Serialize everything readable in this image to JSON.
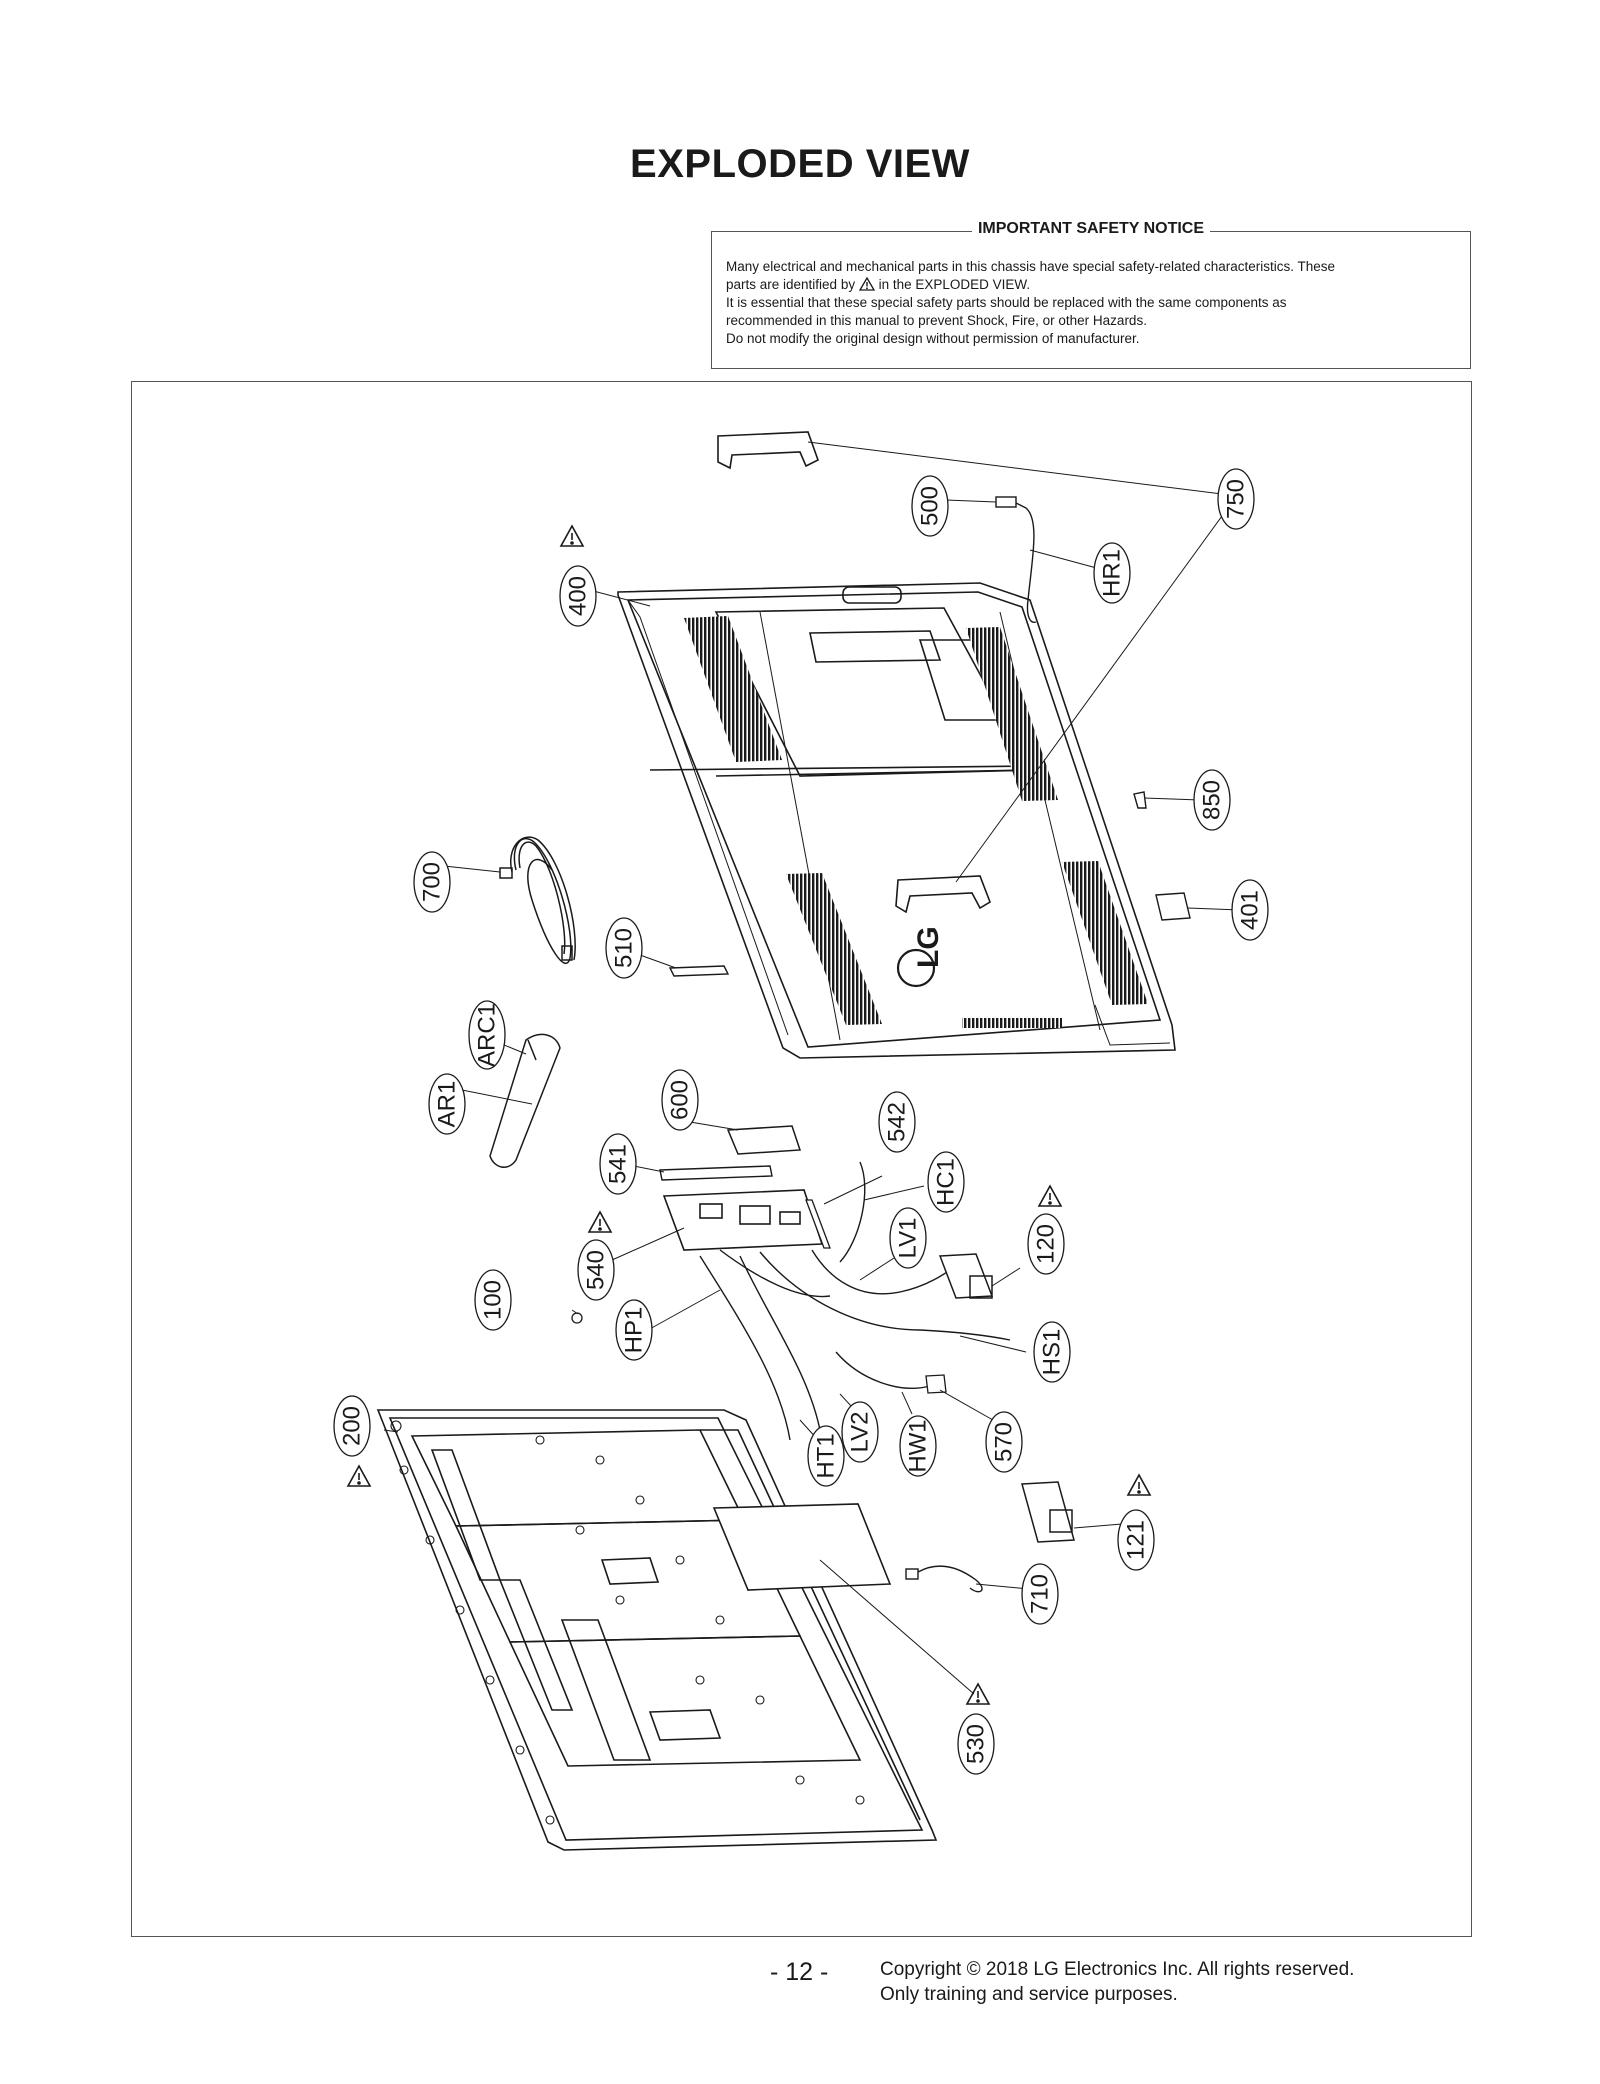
{
  "page": {
    "title": "EXPLODED VIEW",
    "page_number": "- 12 -",
    "copyright_line1": "Copyright © 2018 LG Electronics Inc. All rights reserved.",
    "copyright_line2": "Only training and service purposes."
  },
  "notice": {
    "title": "IMPORTANT SAFETY NOTICE",
    "line1": "Many electrical and mechanical parts in this chassis have special safety-related characteristics. These",
    "line2_before_symbol": "parts are identified by",
    "line2_after_symbol": "in the EXPLODED VIEW.",
    "line3": "It is essential that these special safety parts should be replaced with the same components as",
    "line4": "recommended in this manual to prevent Shock, Fire, or other Hazards.",
    "line5": "Do not modify the original design without permission of manufacturer."
  },
  "back_cover_logo": "LG",
  "part_labels": {
    "p500": "500",
    "p750": "750",
    "hr1": "HR1",
    "p400": "400",
    "p850": "850",
    "p700": "700",
    "p510": "510",
    "p401": "401",
    "arc1": "ARC1",
    "ar1": "AR1",
    "p600": "600",
    "p542": "542",
    "p541": "541",
    "hc1": "HC1",
    "p540": "540",
    "lv1": "LV1",
    "p120": "120",
    "p100": "100",
    "hp1": "HP1",
    "hs1": "HS1",
    "p200": "200",
    "ht1": "HT1",
    "lv2": "LV2",
    "hw1": "HW1",
    "p570": "570",
    "p121": "121",
    "p710": "710",
    "p530": "530"
  },
  "safety_marked_parts": [
    "400",
    "540",
    "120",
    "200",
    "121",
    "530"
  ],
  "colors": {
    "ink": "#1a1a1a",
    "frame": "#555555",
    "background": "#ffffff"
  }
}
